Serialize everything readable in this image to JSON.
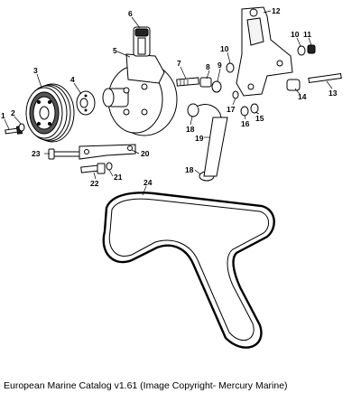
{
  "caption": "European Marine Catalog v1.61 (Image Copyright- Mercury Marine)",
  "callouts": [
    "1",
    "2",
    "3",
    "4",
    "5",
    "6",
    "7",
    "8",
    "9",
    "10",
    "10",
    "11",
    "12",
    "13",
    "14",
    "15",
    "16",
    "17",
    "18",
    "18",
    "19",
    "20",
    "21",
    "22",
    "23",
    "24"
  ]
}
